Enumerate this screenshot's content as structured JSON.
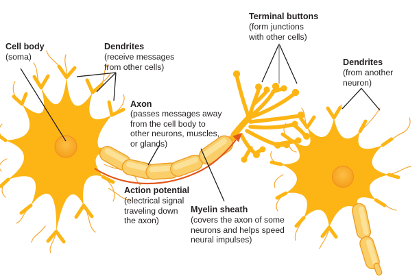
{
  "labels": {
    "cell_body": {
      "title": "Cell body",
      "desc": "(soma)"
    },
    "dendrites_left": {
      "title": "Dendrites",
      "desc": "(receive messages\nfrom other cells)"
    },
    "axon": {
      "title": "Axon",
      "desc": "(passes messages away\nfrom the cell body to\nother neurons, muscles,\nor glands)"
    },
    "terminal_buttons": {
      "title": "Terminal buttons",
      "desc": "(form junctions\nwith other cells)"
    },
    "dendrites_right": {
      "title": "Dendrites",
      "desc": "(from another\nneuron)"
    },
    "action_potential": {
      "title": "Action potential",
      "desc": "(electrical signal\ntraveling down\nthe axon)"
    },
    "myelin_sheath": {
      "title": "Myelin sheath",
      "desc": "(covers the axon of some\nneurons and helps speed\nneural impulses)"
    }
  },
  "colors": {
    "neuron_yellow": "#FCB515",
    "dendrite_line": "#F6A833",
    "myelin_fill": "#FACE69",
    "myelin_highlight": "#FCE298",
    "myelin_stroke": "#ED9D26",
    "node_flap": "#D5A53C",
    "nucleus_inner": "#FDBE45",
    "nucleus_outer": "#F49E16",
    "nucleus_ring": "#F19021",
    "arrow_orange": "#E2571C",
    "text_black": "#231F20",
    "leader_gray": "#8C8C8C"
  }
}
